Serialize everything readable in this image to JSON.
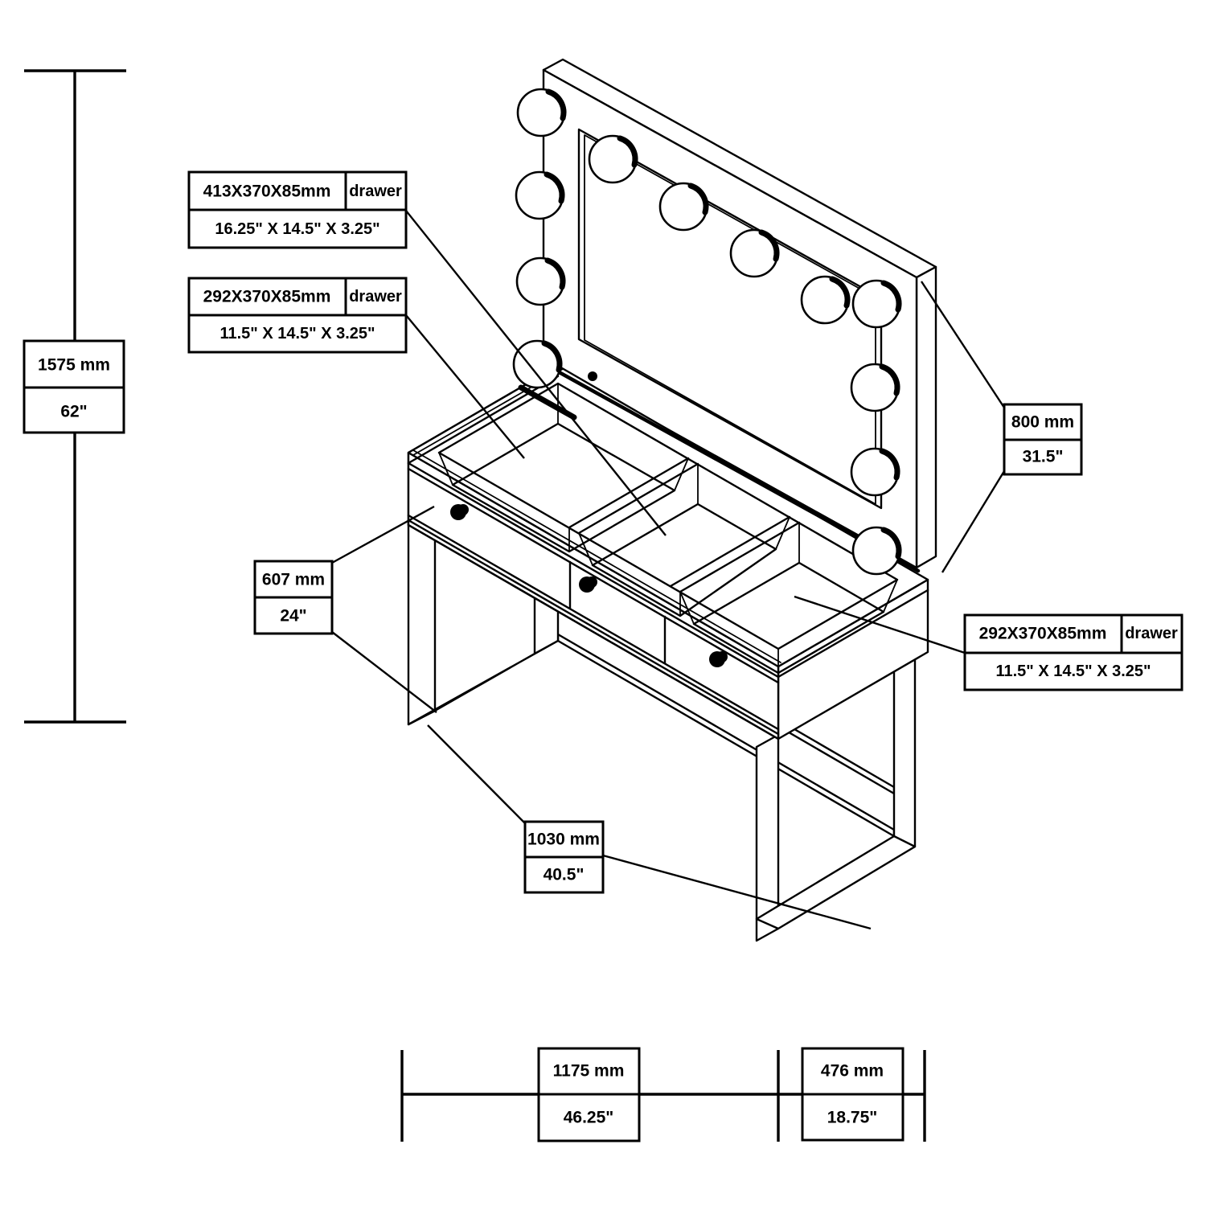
{
  "colors": {
    "line": "#000000",
    "background": "#ffffff"
  },
  "dimensions": {
    "overall_height": {
      "mm": "1575 mm",
      "inch": "62\""
    },
    "mirror_height": {
      "mm": "800 mm",
      "inch": "31.5\""
    },
    "table_depth": {
      "mm": "607 mm",
      "inch": "24\""
    },
    "base_width": {
      "mm": "1030 mm",
      "inch": "40.5\""
    },
    "tabletop_width": {
      "mm": "1175 mm",
      "inch": "46.25\""
    },
    "side_depth": {
      "mm": "476 mm",
      "inch": "18.75\""
    }
  },
  "drawer_labels": {
    "large": {
      "mm": "413X370X85mm",
      "name": "drawer",
      "inch": "16.25\" X 14.5\" X 3.25\""
    },
    "small_top": {
      "mm": "292X370X85mm",
      "name": "drawer",
      "inch": "11.5\" X 14.5\" X 3.25\""
    },
    "small_right": {
      "mm": "292X370X85mm",
      "name": "drawer",
      "inch": "11.5\" X 14.5\" X 3.25\""
    }
  }
}
